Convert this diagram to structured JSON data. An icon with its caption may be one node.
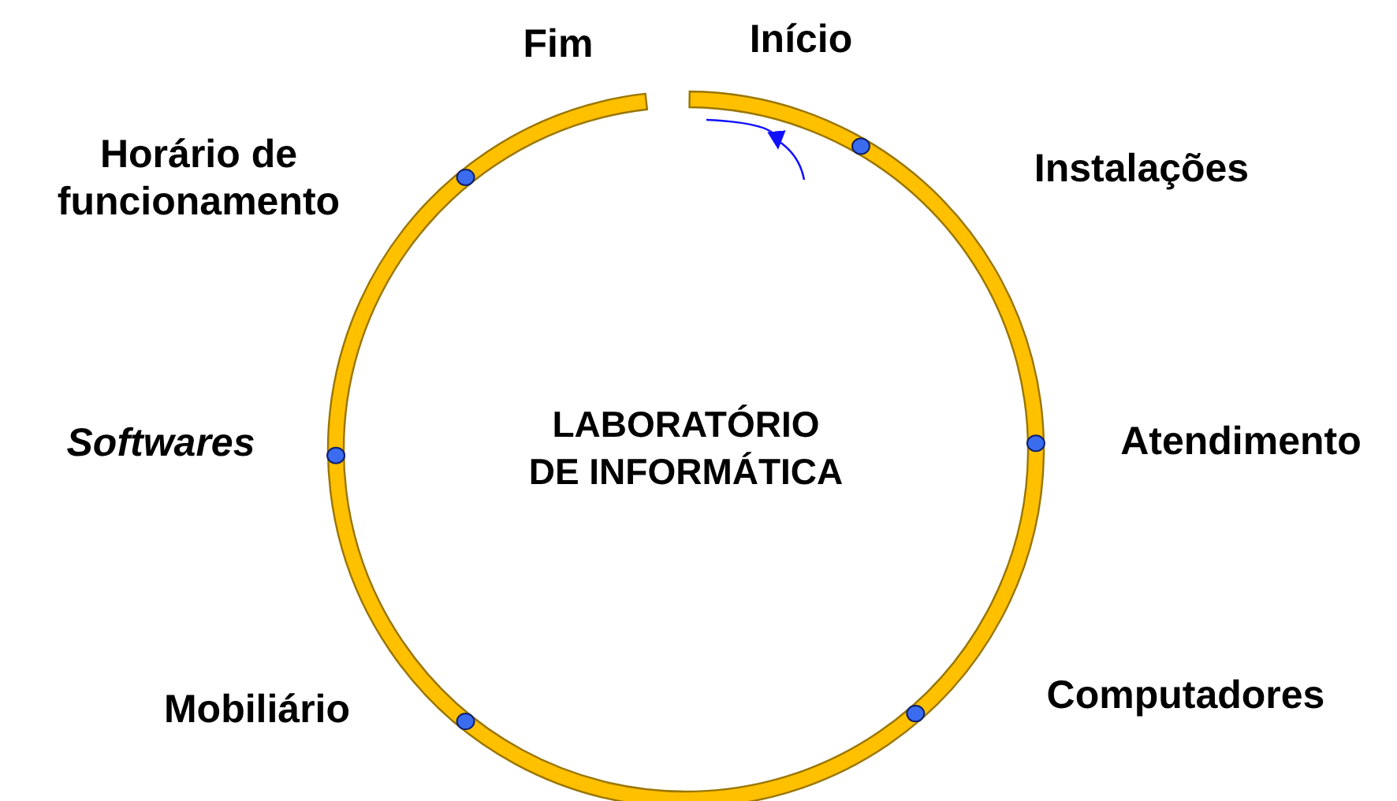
{
  "diagram": {
    "nodes": [
      {
        "text": [
          "LABORATÓRIO DE INFORMÁTICA"
        ]
      }
    ],
    "labels": [
      "Fim",
      "Início",
      "Instalações",
      "Atendimento",
      "Computadores",
      "Mobiliário",
      "Softwares",
      "Horário de funcionamento"
    ]
  }
}
